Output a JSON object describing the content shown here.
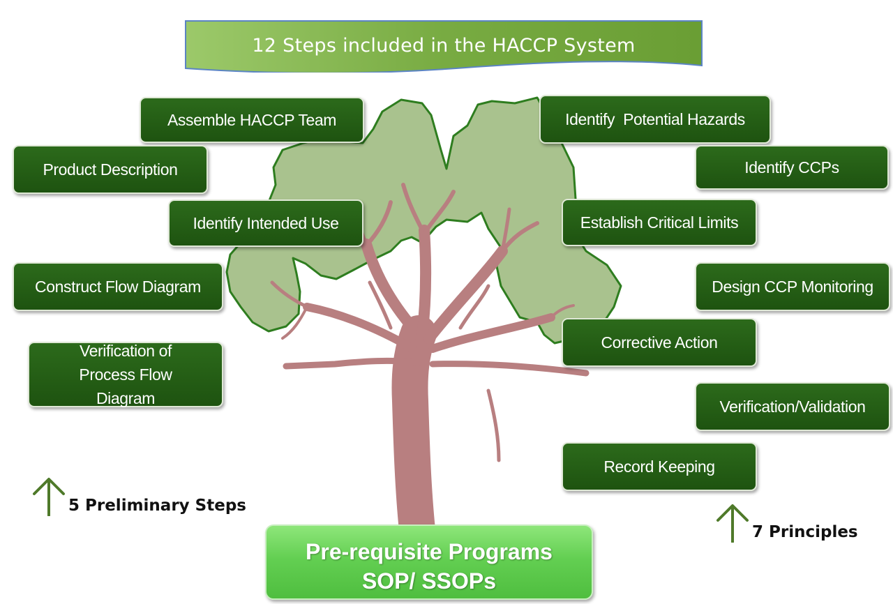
{
  "title": "12 Steps included in the HACCP System",
  "preliminary_steps": [
    "Assemble HACCP Team",
    "Product Description",
    "Identify Intended Use",
    "Construct Flow Diagram",
    "Verification of Process Flow Diagram"
  ],
  "principles": [
    "Identify  Potential Hazards",
    "Identify CCPs",
    "Establish Critical Limits",
    "Design CCP Monitoring",
    "Corrective Action",
    "Verification/Validation",
    "Record Keeping"
  ],
  "foundation": {
    "line1": "Pre-requisite Programs",
    "line2": "SOP/ SSOPs"
  },
  "legend": {
    "preliminary": "5 Preliminary Steps",
    "principles": "7 Principles"
  },
  "colors": {
    "step_box": "#1e5310",
    "banner": "#6fa23a",
    "canopy": "#a9c28e",
    "canopy_outline": "#2e7d1f",
    "trunk": "#b87f80",
    "foundation_box": "#63cf52",
    "arrow": "#4f7a2a"
  }
}
